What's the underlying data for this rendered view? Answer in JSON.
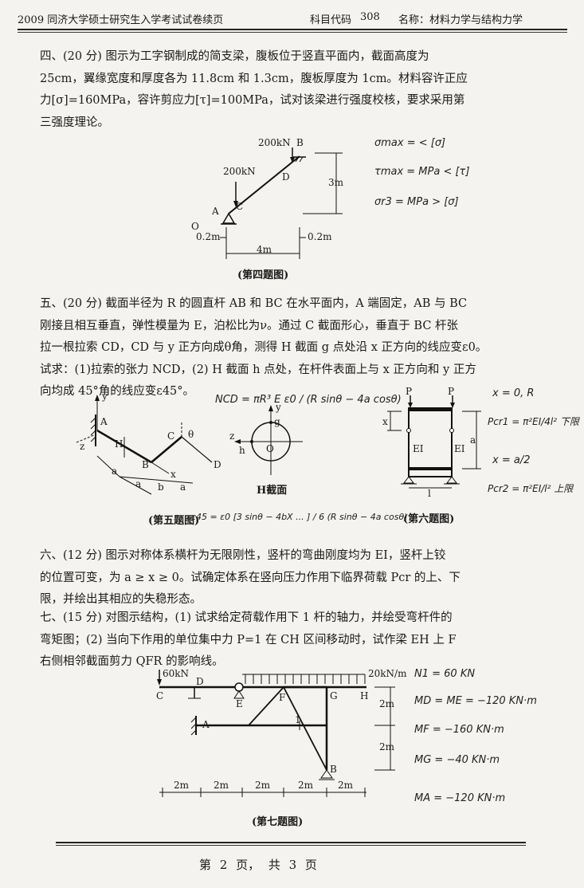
{
  "header": {
    "school": "2009 同济大学硕士研究生入学考试试卷续页",
    "code_label": "科目代码",
    "code": "308",
    "subject": "名称：材料力学与结构力学"
  },
  "q4": {
    "text": "四、(20 分) 图示为工字钢制成的简支梁，腹板位于竖直平面内，截面高度为\n25cm，翼缘宽度和厚度各为 11.8cm 和 1.3cm，腹板厚度为 1cm。材料容许正应\n力[σ]=160MPa，容许剪应力[τ]=100MPa，试对该梁进行强度校核，要求采用第\n三强度理论。",
    "caption": "(第四题图)",
    "labels": {
      "load_b": "200kN",
      "b": "B",
      "load_c": "200kN",
      "d": "D",
      "a": "A",
      "c": "C",
      "h": "3m",
      "left_off": "0.2m",
      "span": "4m",
      "right_off": "0.2m",
      "o": "O"
    },
    "notes": {
      "smax": "σmax =          < [σ]",
      "tmax": "τmax =      MPa < [τ]",
      "sr3": "σr3 =      MPa > [σ]"
    }
  },
  "q5": {
    "text": "五、(20 分) 截面半径为 R 的圆直杆 AB 和 BC 在水平面内，A 端固定，AB 与 BC\n刚接且相互垂直，弹性模量为 E，泊松比为ν。通过 C 截面形心，垂直于 BC 杆张\n拉一根拉索 CD，CD 与 y 正方向成θ角，测得 H 截面 g 点处沿 x 正方向的线应变ε0。\n试求：(1)拉索的张力 NCD，(2) H 截面 h 点处，在杆件表面上与 x 正方向和 y 正方\n向均成 45°角的线应变ε45°。",
    "caption": "(第五题图)",
    "section_caption": "H截面",
    "labels": {
      "y": "y",
      "a_pt": "A",
      "z": "z",
      "h": "H",
      "b": "B",
      "c": "C",
      "theta": "θ",
      "d": "D",
      "x": "x",
      "a1": "a",
      "a2": "a",
      "b1": "b",
      "a3": "a",
      "sy": "y",
      "sg": "g",
      "sz": "z",
      "sh": "h",
      "so": "O"
    },
    "notes": {
      "ncd": "NCD = πR³ E ε0 / (R sinθ − 4a cosθ)",
      "e45": "ε45 = ε0 [3 sinθ − 4bX ... ] / 6 (R sinθ − 4a cosθ)"
    }
  },
  "q6": {
    "caption": "(第六题图)",
    "labels": {
      "p1": "P",
      "p2": "P",
      "ei1": "EI",
      "ei2": "EI",
      "dim_l": "l",
      "dim_x": "x",
      "dim_a": "a"
    },
    "notes": {
      "x0": "x = 0, R",
      "pcr1": "Pcr1 = π²EI/4l²  下限",
      "xmid": "x = a/2",
      "pcr2": "Pcr2 = π²EI/l²  上限"
    },
    "text": "六、(12 分) 图示对称体系横杆为无限刚性，竖杆的弯曲刚度均为 EI，竖杆上铰\n的位置可变，为 a ≥ x ≥ 0。试确定体系在竖向压力作用下临界荷载 Pcr 的上、下\n限，并绘出其相应的失稳形态。"
  },
  "q7": {
    "text": "七、(15 分) 对图示结构，(1) 试求给定荷载作用下 1 杆的轴力，并绘受弯杆件的\n弯矩图；(2) 当向下作用的单位集中力 P=1 在 CH 区间移动时，试作梁 EH 上 F\n右侧相邻截面剪力 QFR 的影响线。",
    "caption": "(第七题图)",
    "labels": {
      "p60": "60kN",
      "q": "20kN/m",
      "c": "C",
      "d": "D",
      "e": "E",
      "f": "F",
      "g": "G",
      "h": "H",
      "a": "A",
      "b": "B",
      "one": "1",
      "h1": "2m",
      "h2": "2m",
      "s1": "2m",
      "s2": "2m",
      "s3": "2m",
      "s4": "2m",
      "s5": "2m"
    },
    "notes": {
      "n1": "N1 = 60 KN",
      "md": "MD = ME = −120 KN·m",
      "mf": "MF = −160 KN·m",
      "mg": "MG = −40 KN·m",
      "ma": "MA = −120 KN·m"
    }
  },
  "footer": {
    "page": "第  2  页，  共  3  页"
  }
}
